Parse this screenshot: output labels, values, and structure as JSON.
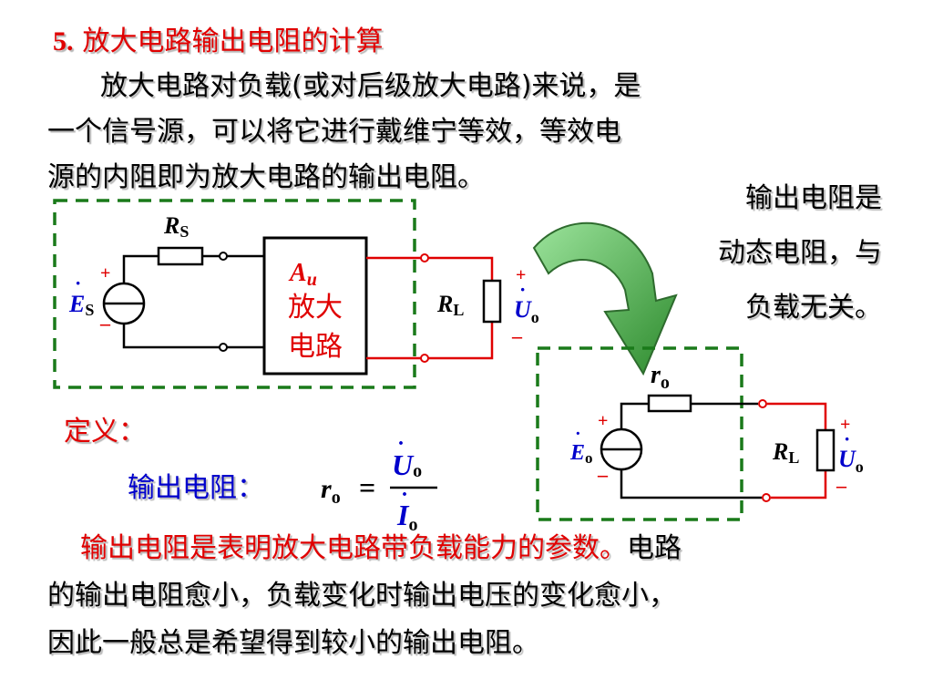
{
  "title": {
    "number": "5.",
    "text": "放大电路输出电阻的计算"
  },
  "intro": {
    "lines": [
      "放大电路对负载(或对后级放大电路)来说，是",
      "一个信号源，可以将它进行戴维宁等效，等效电",
      "源的内阻即为放大电路的输出电阻。"
    ]
  },
  "side_note": {
    "lines": [
      "输出电阻是",
      "动态电阻，与",
      "负载无关。"
    ]
  },
  "definition_label": "定义：",
  "formula": {
    "label": "输出电阻：",
    "lhs": "r",
    "lhs_sub": "o",
    "equals": "=",
    "numerator": "U",
    "numerator_sub": "o",
    "denominator": "I",
    "denominator_sub": "o"
  },
  "circuit_left": {
    "source": "E",
    "source_sub": "S",
    "rs": "R",
    "rs_sub": "S",
    "amp_symbol": "A",
    "amp_symbol_sub": "u",
    "amp_line1": "放大",
    "amp_line2": "电路",
    "load": "R",
    "load_sub": "L",
    "out": "U",
    "out_sub": "o",
    "plus": "+",
    "minus": "–"
  },
  "circuit_right": {
    "source": "E",
    "source_sub": "o",
    "ro": "r",
    "ro_sub": "o",
    "load": "R",
    "load_sub": "L",
    "out": "U",
    "out_sub": "o",
    "plus": "+",
    "minus": "–"
  },
  "conclusion": {
    "highlight": "输出电阻是表明放大电路带负载能力的参数。",
    "rest1": "电路",
    "line2": "的输出电阻愈小，负载变化时输出电压的变化愈小，",
    "line3": "因此一般总是希望得到较小的输出电阻。"
  },
  "colors": {
    "accent_red": "#e00000",
    "dashed_green": "#1a7a1a",
    "wire_red": "#e00000",
    "formula_blue": "#0000cc",
    "arrow_green": "#4caf50"
  }
}
